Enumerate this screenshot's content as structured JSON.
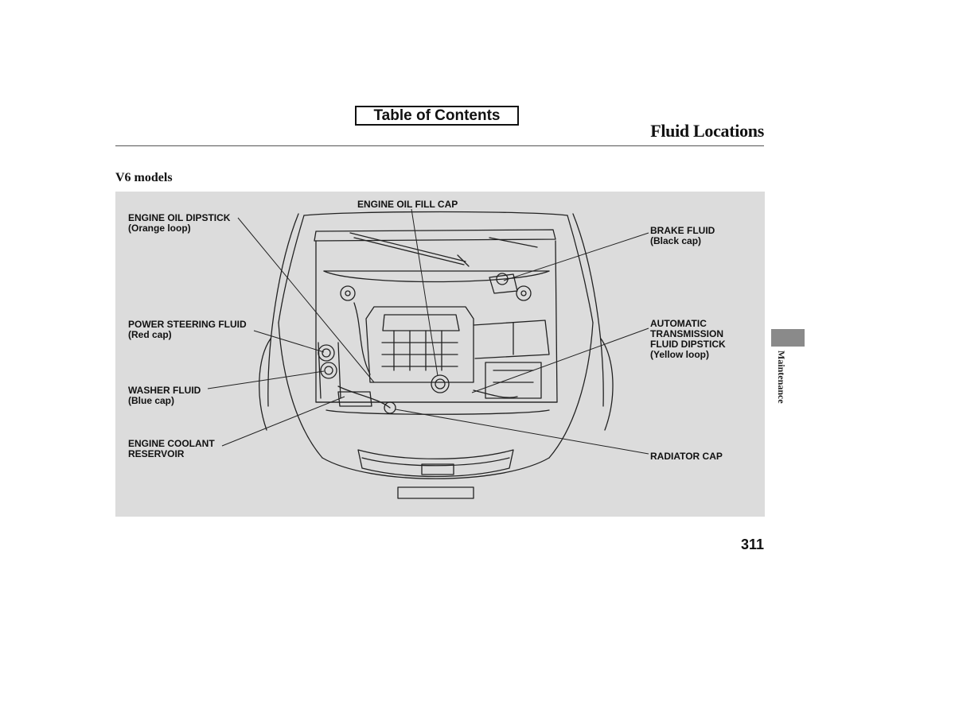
{
  "header": {
    "toc_label": "Table of Contents",
    "title": "Fluid Locations"
  },
  "section": {
    "heading": "V6 models"
  },
  "figure": {
    "callouts": {
      "engine_oil_fill_cap": {
        "line1": "ENGINE OIL FILL CAP"
      },
      "engine_oil_dipstick": {
        "line1": "ENGINE OIL DIPSTICK",
        "line2": "(Orange loop)"
      },
      "brake_fluid": {
        "line1": "BRAKE FLUID",
        "line2": "(Black cap)"
      },
      "power_steering_fluid": {
        "line1": "POWER STEERING FLUID",
        "line2": "(Red cap)"
      },
      "automatic_transmission": {
        "line1": "AUTOMATIC",
        "line2": "TRANSMISSION",
        "line3": "FLUID DIPSTICK",
        "line4": "(Yellow loop)"
      },
      "washer_fluid": {
        "line1": "WASHER FLUID",
        "line2": "(Blue cap)"
      },
      "engine_coolant": {
        "line1": "ENGINE COOLANT",
        "line2": "RESERVOIR"
      },
      "radiator_cap": {
        "line1": "RADIATOR CAP"
      }
    }
  },
  "sidebar": {
    "section_label": "Maintenance"
  },
  "footer": {
    "page_number": "311"
  },
  "colors": {
    "panel_background": "#dcdcdc",
    "side_tab": "#8a8a8a",
    "line_art": "#222222"
  }
}
